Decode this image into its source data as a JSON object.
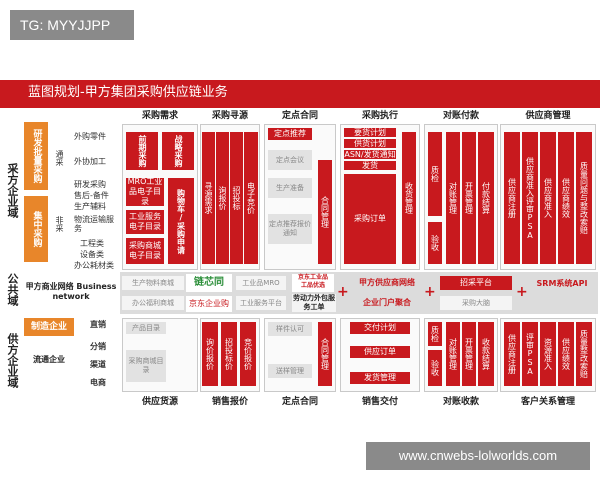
{
  "tag_label": "TG: MYYJJPP",
  "watermark": "www.cnwebs-lolworlds.com",
  "title": "蓝图规划-甲方集团采购供应链业务",
  "left": {
    "procurement_domain": "采方企业域",
    "public_domain": "公共域",
    "supplier_domain": "供方企业域",
    "dev_procurement": "研发批量采购",
    "group_procurement": "集中采购",
    "general_purchase": "通采",
    "non_purchase": "非采",
    "items_top": [
      "外购零件",
      "外协加工"
    ],
    "items_bottom": [
      "研发采购",
      "售后-备件",
      "生产辅料",
      "物流运输服务",
      "工程类",
      "设备类",
      "办公耗材类"
    ],
    "platform_name": "甲方商业网络 Business network",
    "mfg_enterprise": "制造企业",
    "circulation_enterprise": "流通企业",
    "sales_direct": "直销",
    "sales_distribution": "分销",
    "sales_channel": "渠道",
    "sales_ecom": "电商"
  },
  "headers_top": [
    "采购需求",
    "采购寻源",
    "定点合同",
    "采购执行",
    "对账付款",
    "供应商管理"
  ],
  "headers_bottom": [
    "供应货源",
    "销售报价",
    "定点合同",
    "销售交付",
    "对账收款",
    "客户关系管理"
  ],
  "col1": {
    "prev_procure": "前期采购",
    "strategic_procure": "战略采购",
    "mro": "MRO工业品电子目录",
    "industrial": "工业服务电子目录",
    "mall": "采购商城电子目录",
    "shopping": "购物车/采购申请"
  },
  "col2": {
    "demand": "寻源需求",
    "inquiry": "询报价",
    "bid": "招投标",
    "auction": "电子竞价"
  },
  "col3": {
    "designation_rec": "定点推荐",
    "designation_meeting": "定点会议",
    "production_ready": "生产准备",
    "designation_notice": "定点推荐报价通知",
    "contract_mgmt": "合同管理"
  },
  "col4": {
    "demand_plan": "要货计划",
    "supply_plan": "供货计划",
    "asn": "ASN/发货通知",
    "ship": "发货",
    "po": "采购订单",
    "receiving": "收货管理"
  },
  "col5": {
    "quality": "质检",
    "reconcile": "对账管理",
    "invoice": "开票管理",
    "pay": "付款结算",
    "accept": "验收"
  },
  "col6": [
    "供应商注册",
    "供应商准入评审PSA",
    "供应商准入",
    "供应商绩效",
    "质量问题与整改索赔"
  ],
  "public": {
    "mro_mall": "生产物料商城",
    "office_mall": "办公福利商城",
    "brand1": "链芯同",
    "brand2": "京东企业购",
    "mro2": "工业品MRO",
    "service_platform": "工业服务平台",
    "brand3": "京东工业品",
    "brand3b": "工品优选",
    "labor": "劳动力外包服务工单",
    "supplier_portal": "甲方供应商网络",
    "portal2": "企业门户聚合",
    "recruit": "招采平台",
    "recruit2": "采购大脑",
    "srm": "SRM系统API"
  },
  "sup": {
    "product_catalog": "产品目录",
    "mall_catalog": "采购商城目录",
    "quote1": "询价报价",
    "quote2": "招投标价",
    "quote3": "竞价报价",
    "sample": "样件认可",
    "sample2": "送样管理",
    "contract": "合同管理",
    "deliver_plan": "交付计划",
    "supply_order": "供应订单",
    "ship_mgmt": "发货管理",
    "qc": "质检",
    "reconcile": "对账管理",
    "invoice": "开票管理",
    "collect": "收款结算",
    "accept": "验收",
    "crm": [
      "供应商注册",
      "评审PSA",
      "资源准入",
      "供应绩效",
      "质量整改索赔"
    ]
  }
}
